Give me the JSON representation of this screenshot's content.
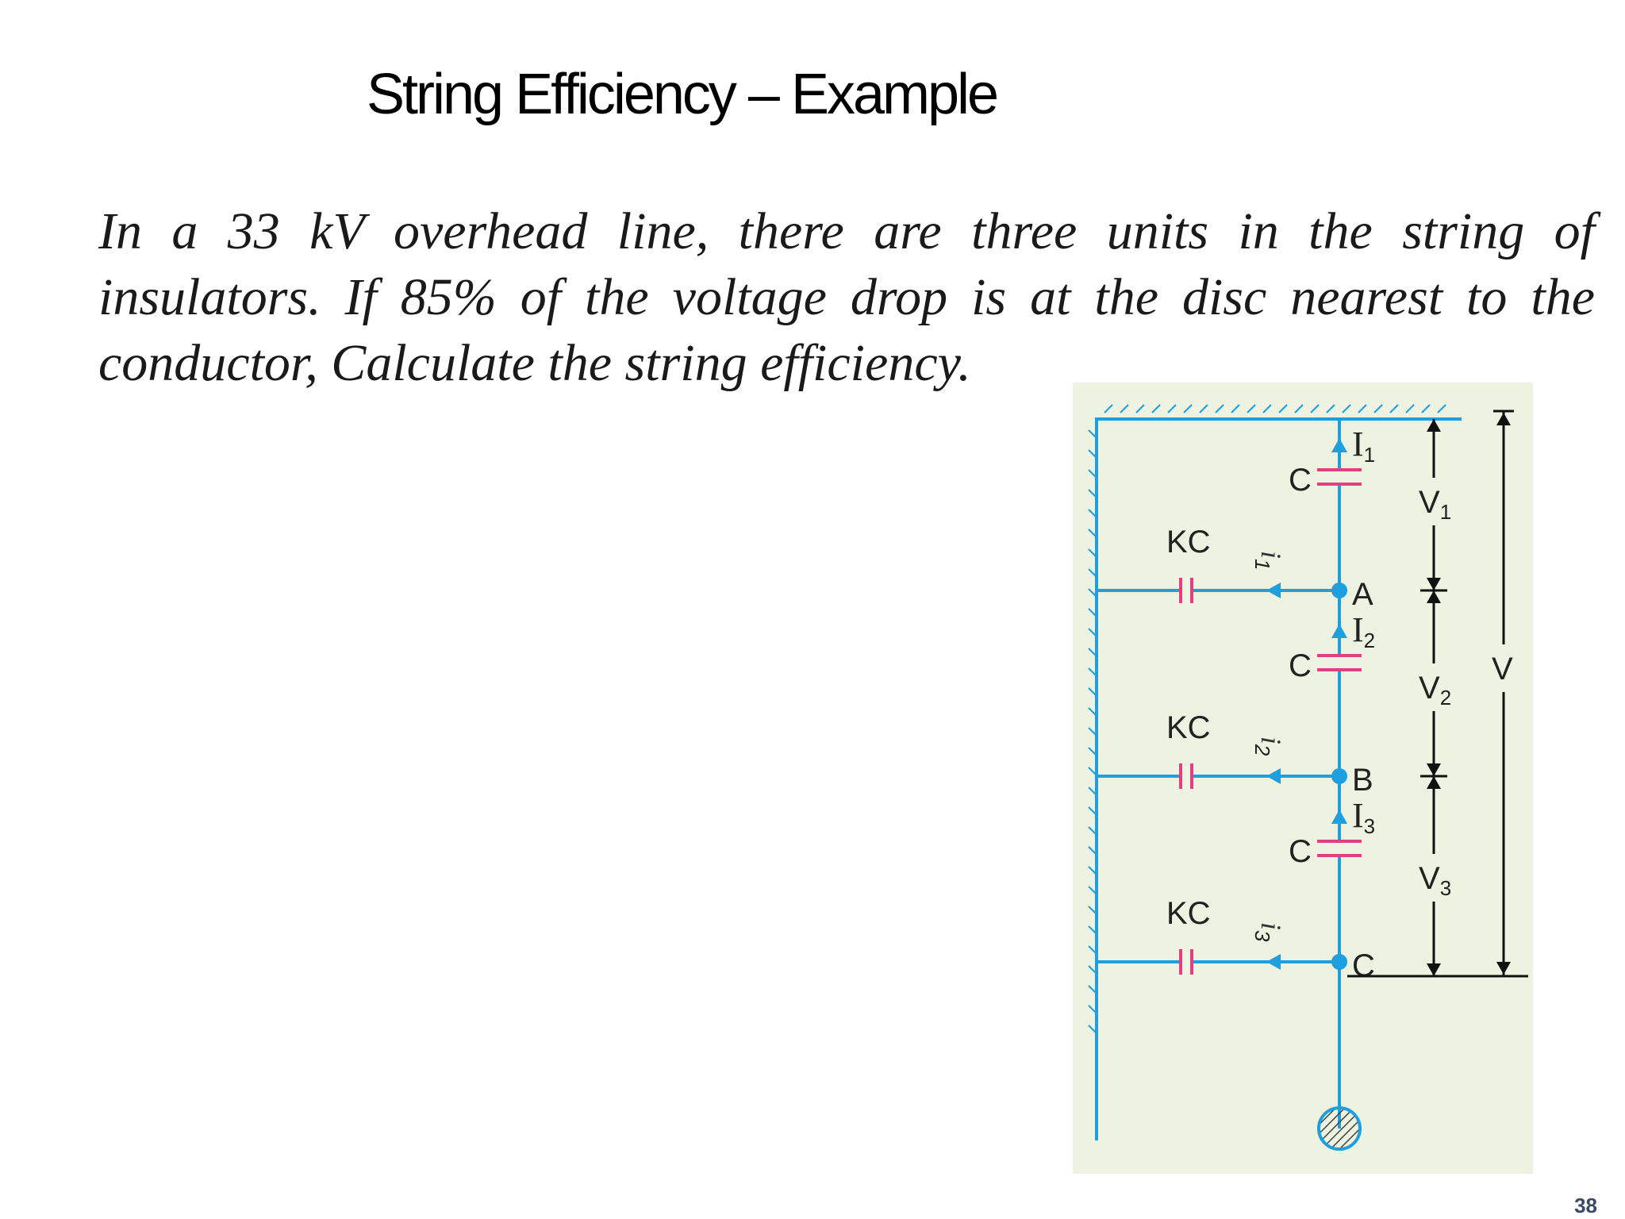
{
  "slide": {
    "title": "String Efficiency – Example",
    "problem_text": "In a 33 kV overhead line, there are three units in the string of insulators. If 85% of the voltage drop is at the disc nearest to the conductor, Calculate the string efficiency.",
    "page_number": "38"
  },
  "diagram": {
    "shunt_capacitor_labels": [
      "KC",
      "KC",
      "KC"
    ],
    "series_capacitor_labels": [
      "C",
      "C",
      "C"
    ],
    "node_labels": [
      "A",
      "B",
      "C"
    ],
    "leakage_current_labels": {
      "main": [
        "i",
        "i",
        "i"
      ],
      "subs": [
        "1",
        "2",
        "3"
      ]
    },
    "string_current_labels": {
      "main": [
        "I",
        "I",
        "I"
      ],
      "subs": [
        "1",
        "2",
        "3"
      ]
    },
    "voltage_labels": {
      "main": [
        "V",
        "V",
        "V"
      ],
      "subs": [
        "1",
        "2",
        "3"
      ]
    },
    "total_voltage_label": "V",
    "colors": {
      "background": "#eef2e0",
      "wire": "#1ea0e0",
      "capacitor": "#e04080",
      "dimension": "#111111"
    }
  }
}
